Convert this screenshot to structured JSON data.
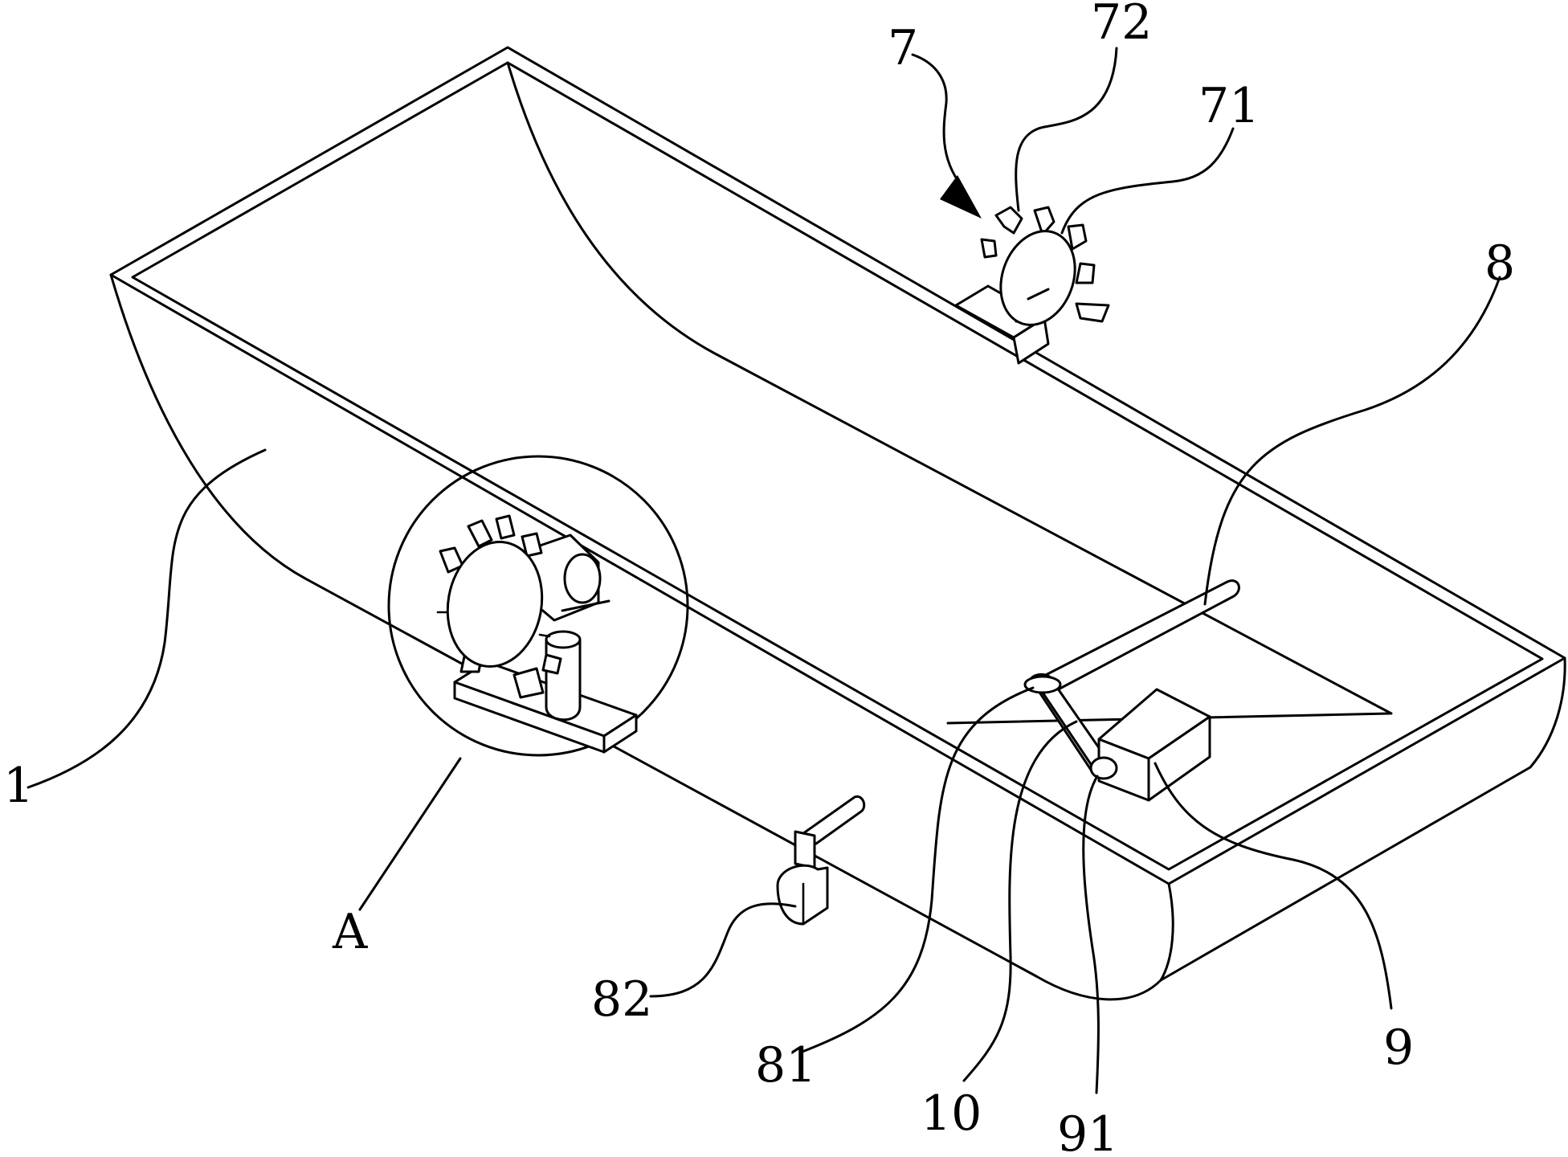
{
  "figure": {
    "background": "#ffffff",
    "stroke_color": "#000000"
  },
  "labels": {
    "l1": "1",
    "l7": "7",
    "l71": "71",
    "l72": "72",
    "l8": "8",
    "l81": "81",
    "l82": "82",
    "l9": "9",
    "l91": "91",
    "l10": "10",
    "lA": "A"
  }
}
